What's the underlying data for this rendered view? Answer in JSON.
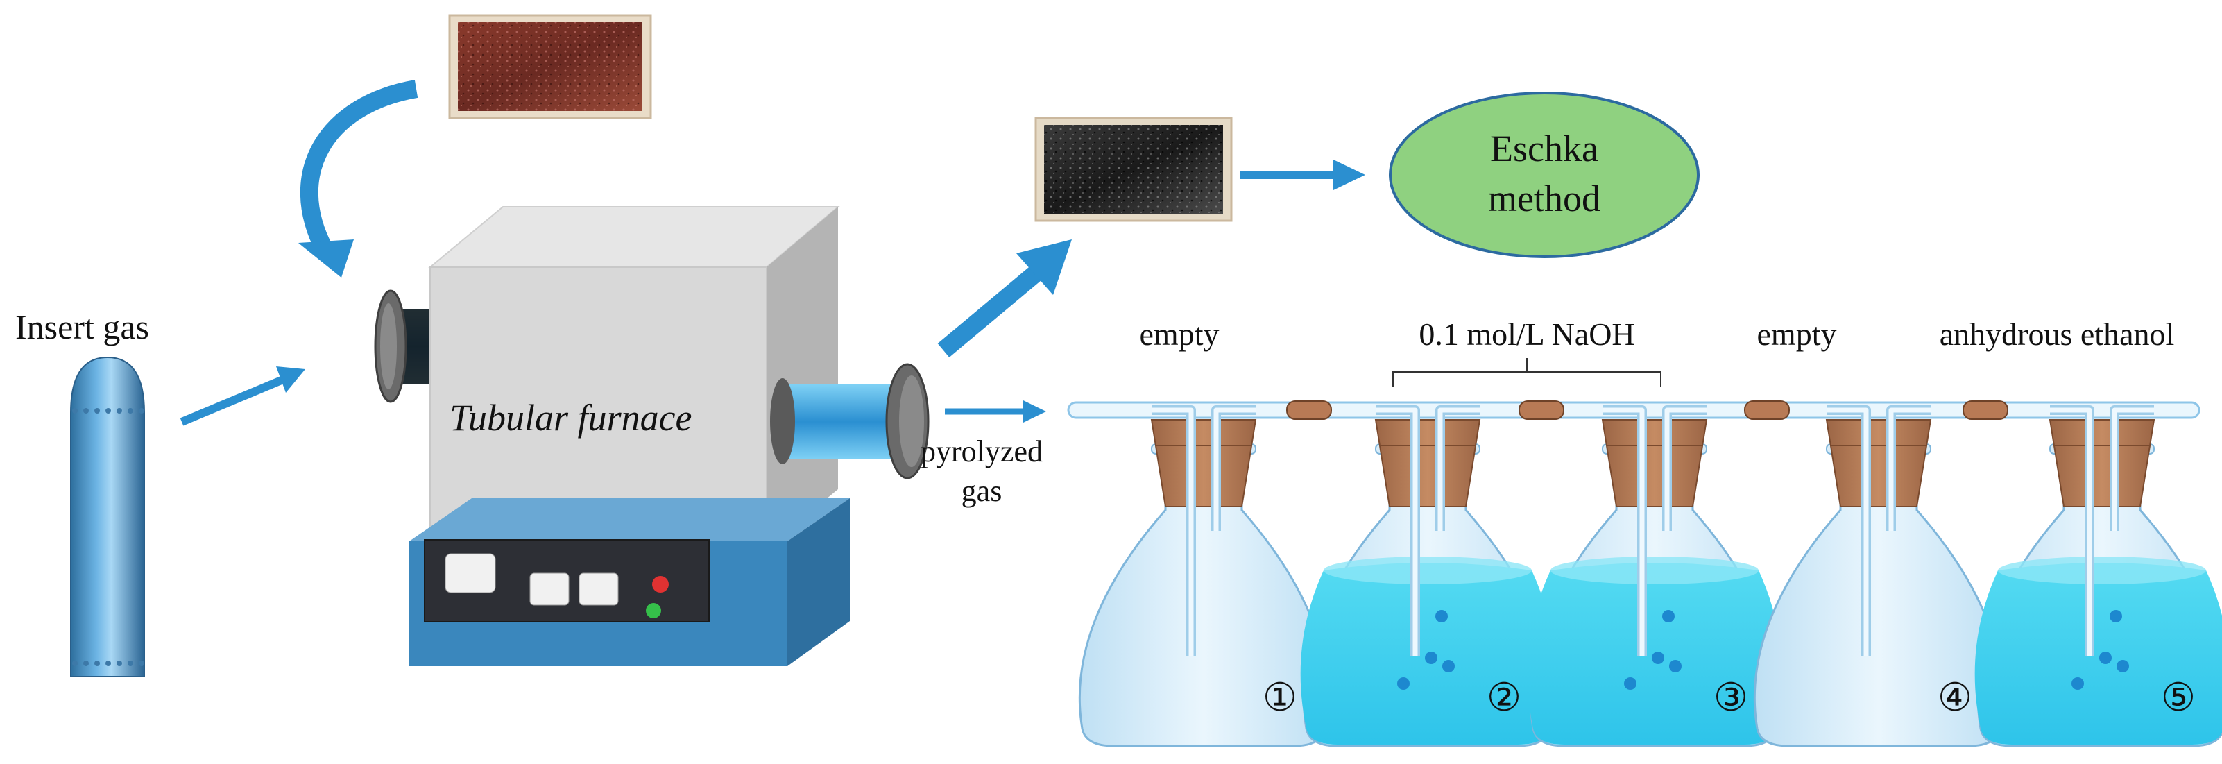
{
  "labels": {
    "insert_gas": "Insert gas",
    "tubular_furnace": "Tubular furnace",
    "pyrolyzed_gas_line1": "pyrolyzed",
    "pyrolyzed_gas_line2": "gas",
    "eschka_line1": "Eschka",
    "eschka_line2": "method",
    "naoh": "0.1 mol/L NaOH"
  },
  "flasks": [
    {
      "number": "①",
      "label": "empty",
      "liquid": false
    },
    {
      "number": "②",
      "label": "",
      "liquid": true
    },
    {
      "number": "③",
      "label": "",
      "liquid": true
    },
    {
      "number": "④",
      "label": "empty",
      "liquid": false
    },
    {
      "number": "⑤",
      "label": "anhydrous ethanol",
      "liquid": true
    }
  ],
  "colors": {
    "arrow": "#2b8fd0",
    "furnace_top": "#e5e5e5",
    "furnace_front": "#d9d9d9",
    "furnace_side": "#b8b8b8",
    "base": "#3a87bd",
    "ellipse_fill": "#8fd180",
    "stopper": "#b87a55",
    "liquid": "#3fd0ec"
  }
}
